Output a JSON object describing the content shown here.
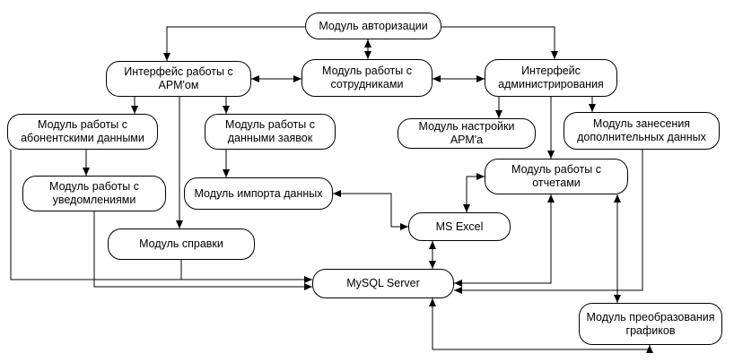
{
  "diagram": {
    "type": "block-diagram",
    "language": "ru",
    "colors": {
      "line": "#000000",
      "node_fill": "#ffffff",
      "background": "#ffffff"
    },
    "nodes": [
      {
        "id": "auth",
        "label": "Модуль авторизации"
      },
      {
        "id": "arm_interface",
        "label": "Интерфейс работы с АРМ'ом"
      },
      {
        "id": "employees",
        "label": "Модуль работы с сотрудниками"
      },
      {
        "id": "admin_interface",
        "label": "Интерфейс администрирования"
      },
      {
        "id": "subscriber_data",
        "label": "Модуль работы с абонентскими данными"
      },
      {
        "id": "requests_data",
        "label": "Модуль работы с данными заявок"
      },
      {
        "id": "arm_settings",
        "label": "Модуль настройки АРМ'а"
      },
      {
        "id": "extra_data",
        "label": "Модуль занесения дополнительных данных"
      },
      {
        "id": "notifications",
        "label": "Модуль работы с уведомлениями"
      },
      {
        "id": "import_data",
        "label": "Модуль импорта данных"
      },
      {
        "id": "reports",
        "label": "Модуль работы с отчетами"
      },
      {
        "id": "excel",
        "label": "MS Excel"
      },
      {
        "id": "help",
        "label": "Модуль справки"
      },
      {
        "id": "mysql",
        "label": "MySQL Server"
      },
      {
        "id": "graphs",
        "label": "Модуль преобразования графиков"
      }
    ],
    "edges": [
      {
        "from": "auth",
        "to": "arm_interface",
        "type": "directed"
      },
      {
        "from": "auth",
        "to": "employees",
        "type": "bidirectional"
      },
      {
        "from": "auth",
        "to": "admin_interface",
        "type": "directed"
      },
      {
        "from": "arm_interface",
        "to": "employees",
        "type": "bidirectional"
      },
      {
        "from": "employees",
        "to": "admin_interface",
        "type": "bidirectional"
      },
      {
        "from": "arm_interface",
        "to": "subscriber_data",
        "type": "directed"
      },
      {
        "from": "arm_interface",
        "to": "requests_data",
        "type": "directed"
      },
      {
        "from": "arm_interface",
        "to": "help",
        "type": "directed"
      },
      {
        "from": "admin_interface",
        "to": "arm_settings",
        "type": "directed"
      },
      {
        "from": "admin_interface",
        "to": "extra_data",
        "type": "directed"
      },
      {
        "from": "admin_interface",
        "to": "reports",
        "type": "directed"
      },
      {
        "from": "reports",
        "to": "excel",
        "type": "bidirectional"
      },
      {
        "from": "import_data",
        "to": "excel",
        "type": "bidirectional"
      },
      {
        "from": "excel",
        "to": "mysql",
        "type": "bidirectional"
      },
      {
        "from": "subscriber_data",
        "to": "mysql",
        "type": "directed"
      },
      {
        "from": "notifications",
        "to": "mysql",
        "type": "directed"
      },
      {
        "from": "help",
        "to": "mysql",
        "type": "directed"
      },
      {
        "from": "reports",
        "to": "mysql",
        "type": "bidirectional"
      },
      {
        "from": "extra_data",
        "to": "mysql",
        "type": "directed"
      },
      {
        "from": "mysql",
        "to": "graphs",
        "type": "bidirectional"
      },
      {
        "from": "graphs",
        "to": "reports",
        "type": "bidirectional"
      },
      {
        "from": "subscriber_data",
        "to": "notifications",
        "type": "directed"
      },
      {
        "from": "requests_data",
        "to": "import_data",
        "type": "directed"
      }
    ]
  }
}
